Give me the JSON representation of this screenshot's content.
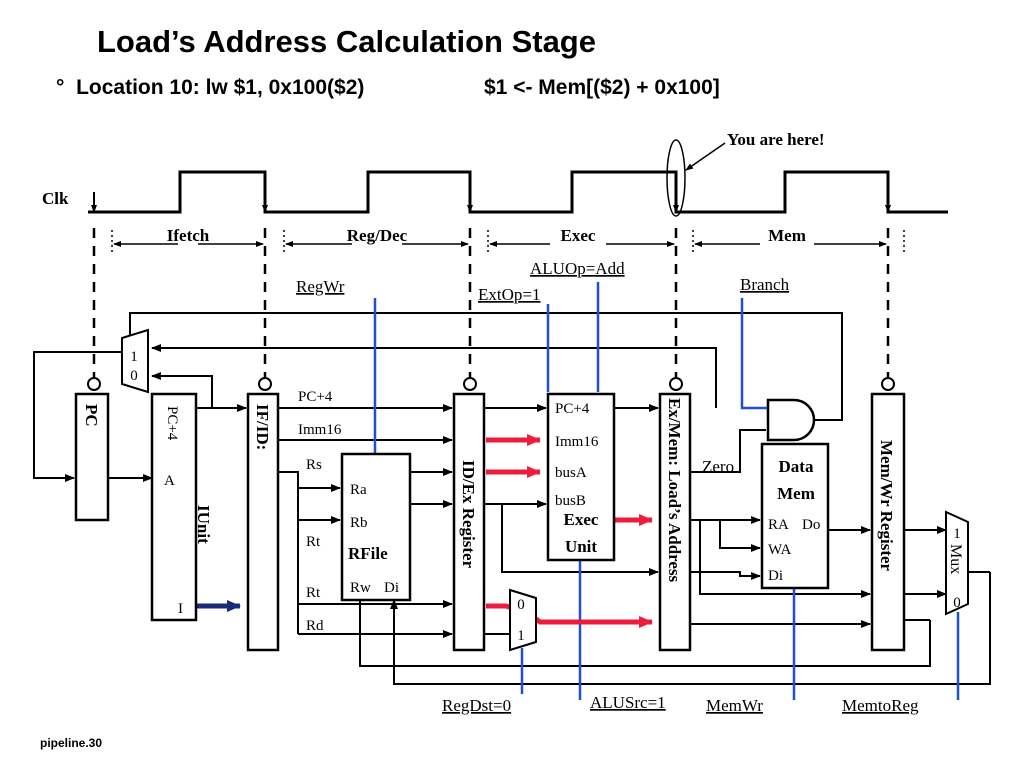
{
  "slide": {
    "title": "Load’s Address Calculation Stage",
    "bullet_symbol": "°",
    "bullet_left": "Location 10: lw  $1, 0x100($2)",
    "bullet_right": "$1 <-  Mem[($2) +  0x100]",
    "footer": "pipeline.30"
  },
  "timing": {
    "clk_label": "Clk",
    "you_are_here": "You are here!",
    "stages": [
      "Ifetch",
      "Reg/Dec",
      "Exec",
      "Mem"
    ]
  },
  "control": {
    "regwr": "RegWr",
    "extop": "ExtOp=1",
    "aluop": "ALUOp=Add",
    "branch": "Branch",
    "regdst": "RegDst=0",
    "alusrc": "ALUSrc=1",
    "memwr": "MemWr",
    "memtoreg": "MemtoReg"
  },
  "blocks": {
    "pc": "PC",
    "iunit": "IUnit",
    "iunit_pc4": "PC+4",
    "iunit_a": "A",
    "iunit_i": "I",
    "ifid": "IF/ID:",
    "idex": "ID/Ex Register",
    "exmem": "Ex/Mem: Load’s Address",
    "memwr_reg": "Mem/Wr Register",
    "rfile": "RFile",
    "rfile_ports": {
      "ra": "Ra",
      "rb": "Rb",
      "rw": "Rw",
      "di": "Di"
    },
    "exec_unit": [
      "Exec",
      "Unit"
    ],
    "exec_ports": {
      "pc4": "PC+4",
      "imm16": "Imm16",
      "busa": "busA",
      "busb": "busB"
    },
    "data_mem": [
      "Data",
      "Mem"
    ],
    "mem_ports": {
      "ra": "RA",
      "do": "Do",
      "wa": "WA",
      "di": "Di"
    },
    "mux_label": "Mux",
    "zero": "Zero"
  },
  "signals": {
    "pc4": "PC+4",
    "imm16": "Imm16",
    "rs": "Rs",
    "rt1": "Rt",
    "rt2": "Rt",
    "rd": "Rd"
  },
  "mux_inputs": {
    "pc_mux": [
      "1",
      "0"
    ],
    "regdst_mux": [
      "0",
      "1"
    ],
    "wb_mux": [
      "1",
      "0"
    ]
  },
  "colors": {
    "control_line": "#1f4fd6",
    "highlight": "#ee1c3c",
    "iunit_arrow": "#1a2a7a"
  }
}
